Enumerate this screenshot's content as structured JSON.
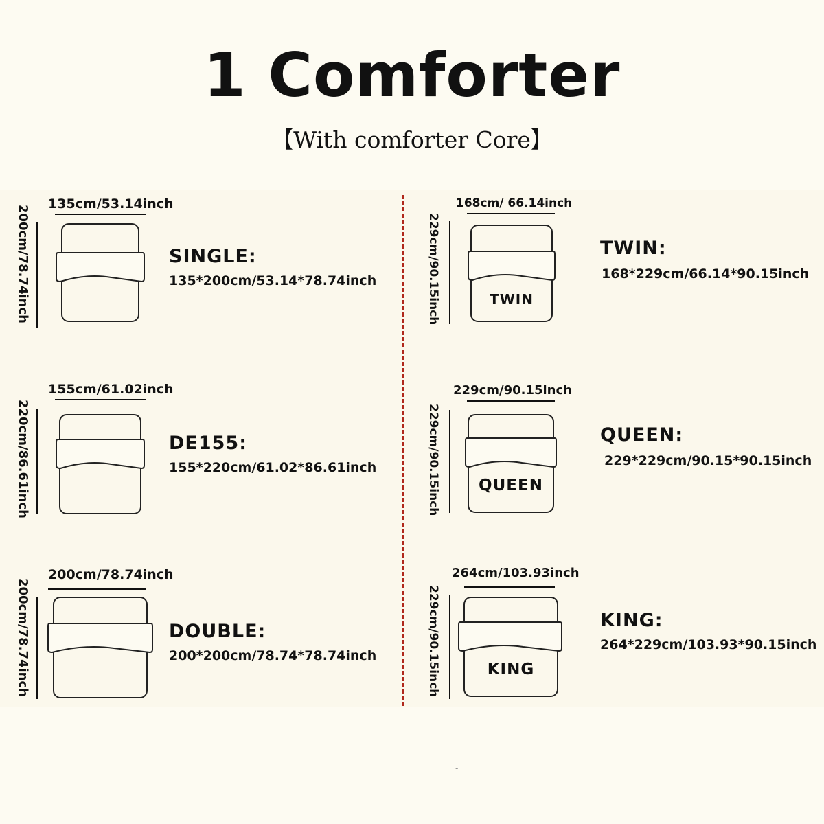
{
  "title": "1 Comforter",
  "subtitle": "【With comforter Core】",
  "items": [
    {
      "size": "SINGLE:",
      "dims": "135*200cm/53.14*78.74inch",
      "width_label": "135cm/53.14inch",
      "height_label": "200cm/78.74inch",
      "bed_label": ""
    },
    {
      "size": "DE155:",
      "dims": "155*220cm/61.02*86.61inch",
      "width_label": "155cm/61.02inch",
      "height_label": "220cm/86.61inch",
      "bed_label": ""
    },
    {
      "size": "DOUBLE:",
      "dims": "200*200cm/78.74*78.74inch",
      "width_label": "200cm/78.74inch",
      "height_label": "200cm/78.74inch",
      "bed_label": ""
    },
    {
      "size": "TWIN:",
      "dims": "168*229cm/66.14*90.15inch",
      "width_label": "168cm/ 66.14inch",
      "height_label": "229cm/90.15inch",
      "bed_label": "TWIN"
    },
    {
      "size": "QUEEN:",
      "dims": "229*229cm/90.15*90.15inch",
      "width_label": "229cm/90.15inch",
      "height_label": "229cm/90.15inch",
      "bed_label": "QUEEN"
    },
    {
      "size": "KING:",
      "dims": "264*229cm/103.93*90.15inch",
      "width_label": "264cm/103.93inch",
      "height_label": "229cm/90.15inch",
      "bed_label": "KING"
    }
  ],
  "colors": {
    "background": "#fdfbf2",
    "divider": "#b0281c",
    "ink": "#111111"
  }
}
